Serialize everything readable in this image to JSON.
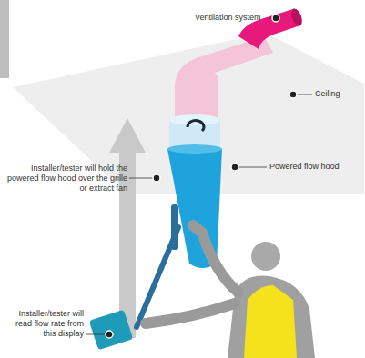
{
  "diagram": {
    "labels": [
      "Ventilation system",
      "Ceiling",
      "Powered flow hood",
      "Installer/tester will hold the powered flow hood over the grille or extract fan",
      "Installer/tester will read flow rate from this display"
    ]
  }
}
